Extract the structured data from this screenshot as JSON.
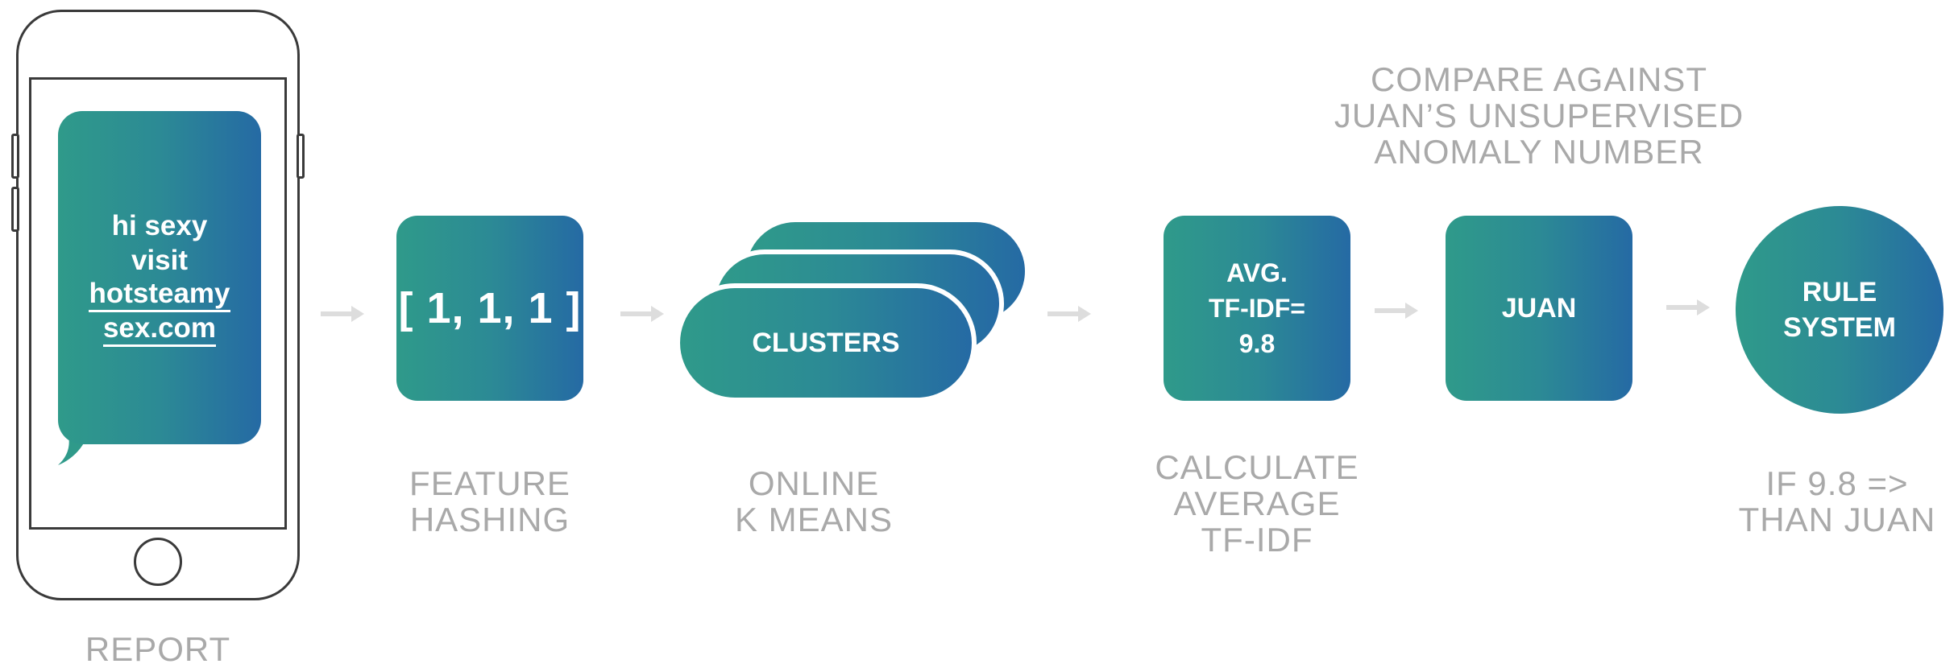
{
  "phone": {
    "message_lines": [
      "hi sexy",
      "visit",
      "hotsteamy",
      "sex.com"
    ],
    "caption": "REPORT"
  },
  "steps": {
    "feature_hashing": {
      "box_text": "[ 1, 1, 1 ]",
      "caption_lines": [
        "FEATURE",
        "HASHING"
      ]
    },
    "kmeans": {
      "box_text": "CLUSTERS",
      "caption_lines": [
        "ONLINE",
        "K MEANS"
      ]
    },
    "tfidf": {
      "box_lines": [
        "AVG.",
        "TF-IDF=",
        "9.8"
      ],
      "caption_lines": [
        "CALCULATE",
        "AVERAGE",
        "TF-IDF"
      ]
    },
    "juan": {
      "box_text": "JUAN",
      "caption_lines": [
        "COMPARE AGAINST",
        "JUAN’S UNSUPERVISED",
        "ANOMALY NUMBER"
      ]
    },
    "rule": {
      "box_lines": [
        "RULE",
        "SYSTEM"
      ],
      "caption_lines": [
        "IF 9.8 =>",
        "THAN JUAN"
      ]
    }
  },
  "colors": {
    "gradient_start": "#2f9a8a",
    "gradient_end": "#256aa4",
    "caption": "#a9a9a9",
    "arrow": "#dddddd"
  }
}
